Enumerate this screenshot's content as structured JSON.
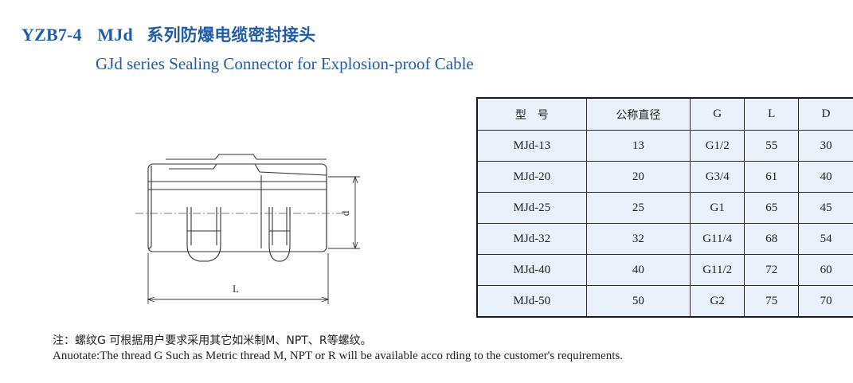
{
  "title": {
    "code": "YZB7-4",
    "model": "MJd",
    "name_cn": "系列防爆电缆密封接头",
    "name_en": "GJd series Sealing Connector for Explosion-proof Cable"
  },
  "drawing": {
    "length_label": "L",
    "diameter_label": "d"
  },
  "table": {
    "headers": [
      "型　号",
      "公称直径",
      "G",
      "L",
      "D"
    ],
    "rows": [
      [
        "MJd-13",
        "13",
        "G1/2",
        "55",
        "30"
      ],
      [
        "MJd-20",
        "20",
        "G3/4",
        "61",
        "40"
      ],
      [
        "MJd-25",
        "25",
        "G1",
        "65",
        "45"
      ],
      [
        "MJd-32",
        "32",
        "G11/4",
        "68",
        "54"
      ],
      [
        "MJd-40",
        "40",
        "G11/2",
        "72",
        "60"
      ],
      [
        "MJd-50",
        "50",
        "G2",
        "75",
        "70"
      ]
    ]
  },
  "notes": {
    "cn": "注：螺纹G 可根据用户要求采用其它如米制M、NPT、R等螺纹。",
    "en": "Anuotate:The thread G Such as Metric thread M, NPT or R will be available acco rding to the customer's requirements."
  },
  "colors": {
    "title_blue": "#1f5da8",
    "table_background": "#e9f2fb"
  }
}
